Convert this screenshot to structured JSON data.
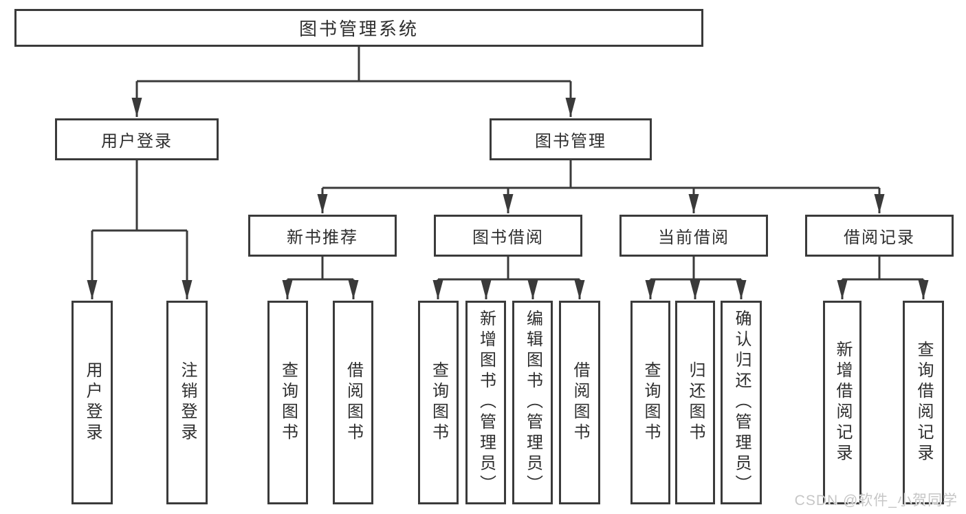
{
  "diagram": {
    "type": "hierarchy-tree",
    "colors": {
      "line": "#3a3a3a",
      "text": "#2e2e2e",
      "background": "#ffffff",
      "watermark": "#c6c6c6"
    }
  },
  "nodes": {
    "root": {
      "label": "图书管理系统"
    },
    "user_login": {
      "label": "用户登录"
    },
    "book_mgmt": {
      "label": "图书管理"
    },
    "new_book_rec": {
      "label": "新书推荐"
    },
    "book_borrow": {
      "label": "图书借阅"
    },
    "current_borrow": {
      "label": "当前借阅"
    },
    "borrow_record": {
      "label": "借阅记录"
    },
    "leaf_user_login": {
      "label": "用户登录"
    },
    "leaf_logout": {
      "label": "注销登录"
    },
    "leaf_query_book_1": {
      "label": "查询图书"
    },
    "leaf_borrow_book_1": {
      "label": "借阅图书"
    },
    "leaf_query_book_2": {
      "label": "查询图书"
    },
    "leaf_add_book": {
      "label": "新增图书（管理员）"
    },
    "leaf_edit_book": {
      "label": "编辑图书（管理员）"
    },
    "leaf_borrow_book_2": {
      "label": "借阅图书"
    },
    "leaf_query_book_3": {
      "label": "查询图书"
    },
    "leaf_return_book": {
      "label": "归还图书"
    },
    "leaf_confirm_return": {
      "label": "确认归还（管理员）"
    },
    "leaf_add_record": {
      "label": "新增借阅记录"
    },
    "leaf_query_record": {
      "label": "查询借阅记录"
    }
  },
  "edges": [
    [
      "root",
      "user_login"
    ],
    [
      "root",
      "book_mgmt"
    ],
    [
      "user_login",
      "leaf_user_login"
    ],
    [
      "user_login",
      "leaf_logout"
    ],
    [
      "book_mgmt",
      "new_book_rec"
    ],
    [
      "book_mgmt",
      "book_borrow"
    ],
    [
      "book_mgmt",
      "current_borrow"
    ],
    [
      "book_mgmt",
      "borrow_record"
    ],
    [
      "new_book_rec",
      "leaf_query_book_1"
    ],
    [
      "new_book_rec",
      "leaf_borrow_book_1"
    ],
    [
      "book_borrow",
      "leaf_query_book_2"
    ],
    [
      "book_borrow",
      "leaf_add_book"
    ],
    [
      "book_borrow",
      "leaf_edit_book"
    ],
    [
      "book_borrow",
      "leaf_borrow_book_2"
    ],
    [
      "current_borrow",
      "leaf_query_book_3"
    ],
    [
      "current_borrow",
      "leaf_return_book"
    ],
    [
      "current_borrow",
      "leaf_confirm_return"
    ],
    [
      "borrow_record",
      "leaf_add_record"
    ],
    [
      "borrow_record",
      "leaf_query_record"
    ]
  ],
  "watermark": {
    "text": "CSDN @软件_小贺同学"
  }
}
